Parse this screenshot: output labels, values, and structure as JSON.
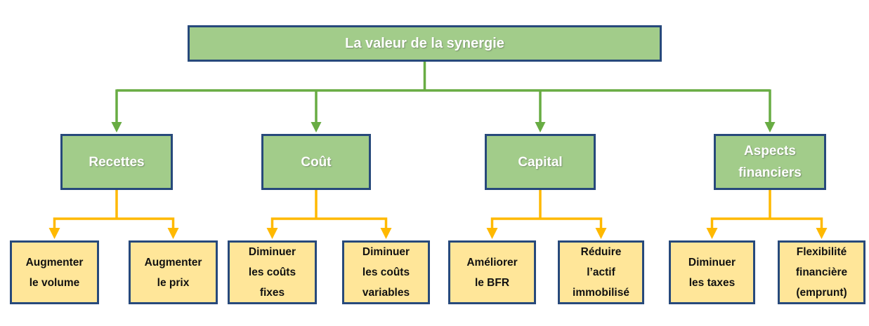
{
  "page": {
    "background": "#FFFFFF"
  },
  "colors": {
    "node_fill_green": "#A2CC8A",
    "leaf_fill_yellow": "#FFE699",
    "box_border_navy": "#27497B",
    "connector_green": "#68AC43",
    "connector_orange": "#FFB900",
    "root_branch_text": "#FFFFFF",
    "leaf_text": "#111111"
  },
  "root": {
    "label": "La valeur de la synergie"
  },
  "branches": [
    {
      "label": "Recettes",
      "leaves": [
        "Augmenter\nle volume",
        "Augmenter\nle prix"
      ]
    },
    {
      "label": "Coût",
      "leaves": [
        "Diminuer\nles coûts\nfixes",
        "Diminuer\nles coûts\nvariables"
      ]
    },
    {
      "label": "Capital",
      "leaves": [
        "Améliorer\nle BFR",
        "Réduire\nl’actif\nimmobilisé"
      ]
    },
    {
      "label": "Aspects financiers",
      "leaves": [
        "Diminuer\nles taxes",
        "Flexibilité\nfinancière\n(emprunt)"
      ]
    }
  ]
}
